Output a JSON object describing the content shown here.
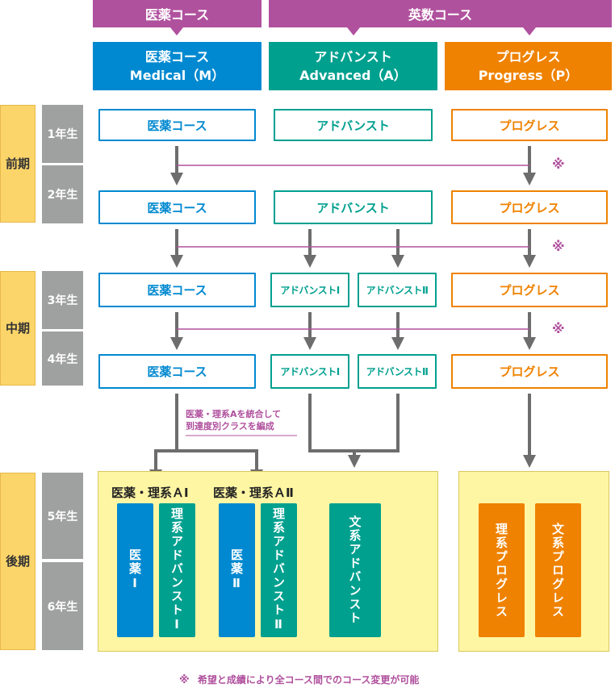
{
  "top": {
    "medical_group": "医薬コース",
    "english_math_group": "英数コース"
  },
  "courses": {
    "medical": {
      "name": "医薬コース",
      "en": "Medical（M）",
      "color": "#0089d0"
    },
    "advanced": {
      "name": "アドバンスト",
      "en": "Advanced（A）",
      "color": "#00a08f"
    },
    "progress": {
      "name": "プログレス",
      "en": "Progress（P）",
      "color": "#ef8200"
    }
  },
  "phases": {
    "early": "前期",
    "middle": "中期",
    "late": "後期"
  },
  "years": [
    "1年生",
    "2年生",
    "3年生",
    "4年生",
    "5年生",
    "6年生"
  ],
  "boxes": {
    "medical": "医薬コース",
    "advanced": "アドバンスト",
    "advanced_1": "アドバンストⅠ",
    "advanced_2": "アドバンストⅡ",
    "progress": "プログレス"
  },
  "merge_note": {
    "line1": "医薬・理系Aを統合して",
    "line2": "到達度別クラスを編成"
  },
  "late": {
    "group1_title": "医薬・理系ＡⅠ",
    "group2_title": "医薬・理系ＡⅡ",
    "medical_1": "医薬Ⅰ",
    "science_advanced_1": "理系アドバンストⅠ",
    "medical_2": "医薬Ⅱ",
    "science_advanced_2": "理系アドバンストⅡ",
    "humanities_advanced": "文系アドバンスト",
    "science_progress": "理系プログレス",
    "humanities_progress": "文系プログレス"
  },
  "footnote": {
    "mark": "※",
    "text": "希望と成績により全コース間でのコース変更が可能"
  },
  "colors": {
    "purple": "#b0519e",
    "yellow": "#fcd56a",
    "gray": "#9fa0a0",
    "arrow": "#6d6d6d"
  }
}
